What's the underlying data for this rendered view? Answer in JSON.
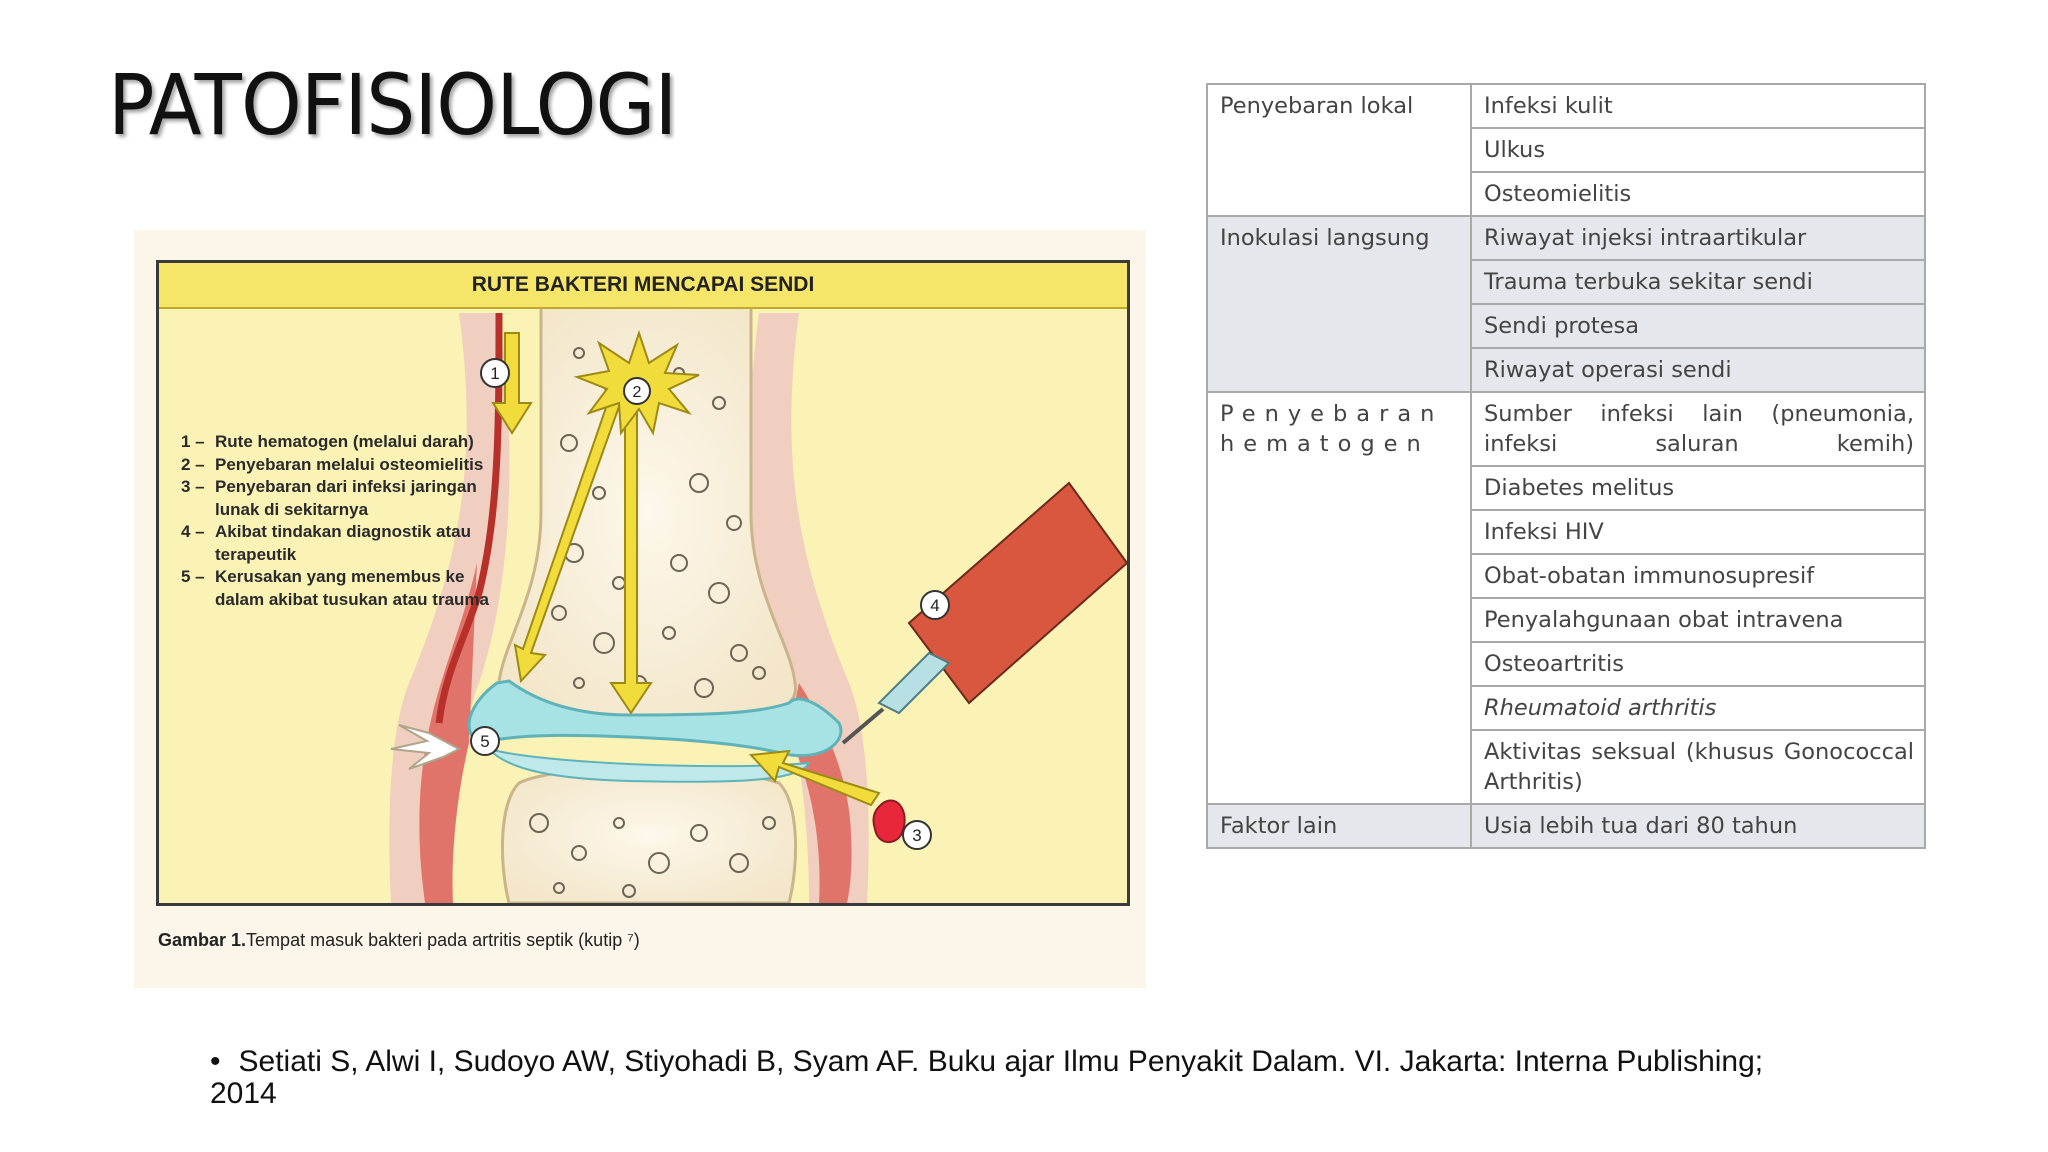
{
  "slide": {
    "title": "PATOFISIOLOGI"
  },
  "figure": {
    "header": "RUTE BAKTERI MENCAPAI SENDI",
    "legend": [
      {
        "num": "1 –",
        "text": "Rute hematogen (melalui darah)"
      },
      {
        "num": "2 –",
        "text": "Penyebaran melalui osteomielitis"
      },
      {
        "num": "3 –",
        "text": "Penyebaran dari infeksi jaringan lunak di sekitarnya"
      },
      {
        "num": "4 –",
        "text": "Akibat tindakan diagnostik atau terapeutik"
      },
      {
        "num": "5 –",
        "text": "Kerusakan yang menembus ke dalam akibat tusukan atau trauma"
      }
    ],
    "markers": [
      "1",
      "2",
      "3",
      "4",
      "5"
    ],
    "caption_label": "Gambar 1.",
    "caption_text": "Tempat masuk bakteri pada artritis septik (kutip ⁷)",
    "colors": {
      "header": "#f5e66a",
      "background": "#fbf2b5",
      "arrow": "#f2dc3c",
      "cartilage": "#a7e3e4",
      "tissue": "#e0746a"
    }
  },
  "table": {
    "groups": [
      {
        "category": "Penyebaran lokal",
        "shade": "white",
        "items": [
          "Infeksi kulit",
          "Ulkus",
          "Osteomielitis"
        ]
      },
      {
        "category": "Inokulasi langsung",
        "shade": "grey",
        "items": [
          "Riwayat injeksi intraartikular",
          "Trauma terbuka sekitar sendi",
          "Sendi protesa",
          "Riwayat operasi sendi"
        ]
      },
      {
        "category": "Penyebaran hematogen",
        "shade": "white",
        "items": [
          "Sumber infeksi lain (pneumonia, infeksi saluran kemih)",
          "Diabetes melitus",
          "Infeksi HIV",
          "Obat-obatan immunosupresif",
          "Penyalahgunaan obat intravena",
          "Osteoartritis",
          "Rheumatoid arthritis",
          "Aktivitas seksual (khusus Gonococcal Arthritis)"
        ]
      },
      {
        "category": "Faktor lain",
        "shade": "grey",
        "items": [
          "Usia lebih tua dari 80 tahun"
        ]
      }
    ]
  },
  "reference": {
    "bullet": "•",
    "text": "Setiati S, Alwi I, Sudoyo AW, Stiyohadi B, Syam AF. Buku ajar Ilmu Penyakit Dalam. VI. Jakarta: Interna Publishing; 2014"
  }
}
